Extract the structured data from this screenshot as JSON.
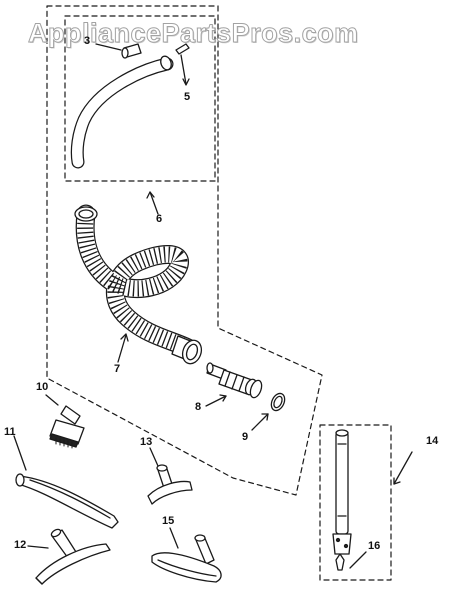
{
  "watermark": "AppliancePartsPros.com",
  "callouts": {
    "c3": "3",
    "c5": "5",
    "c6": "6",
    "c7": "7",
    "c8": "8",
    "c9": "9",
    "c10": "10",
    "c11": "11",
    "c12": "12",
    "c13": "13",
    "c14": "14",
    "c15": "15",
    "c16": "16"
  },
  "colors": {
    "line": "#1a1a1a",
    "dash": "#222222",
    "watermark_stroke": "#9a9a9a"
  }
}
